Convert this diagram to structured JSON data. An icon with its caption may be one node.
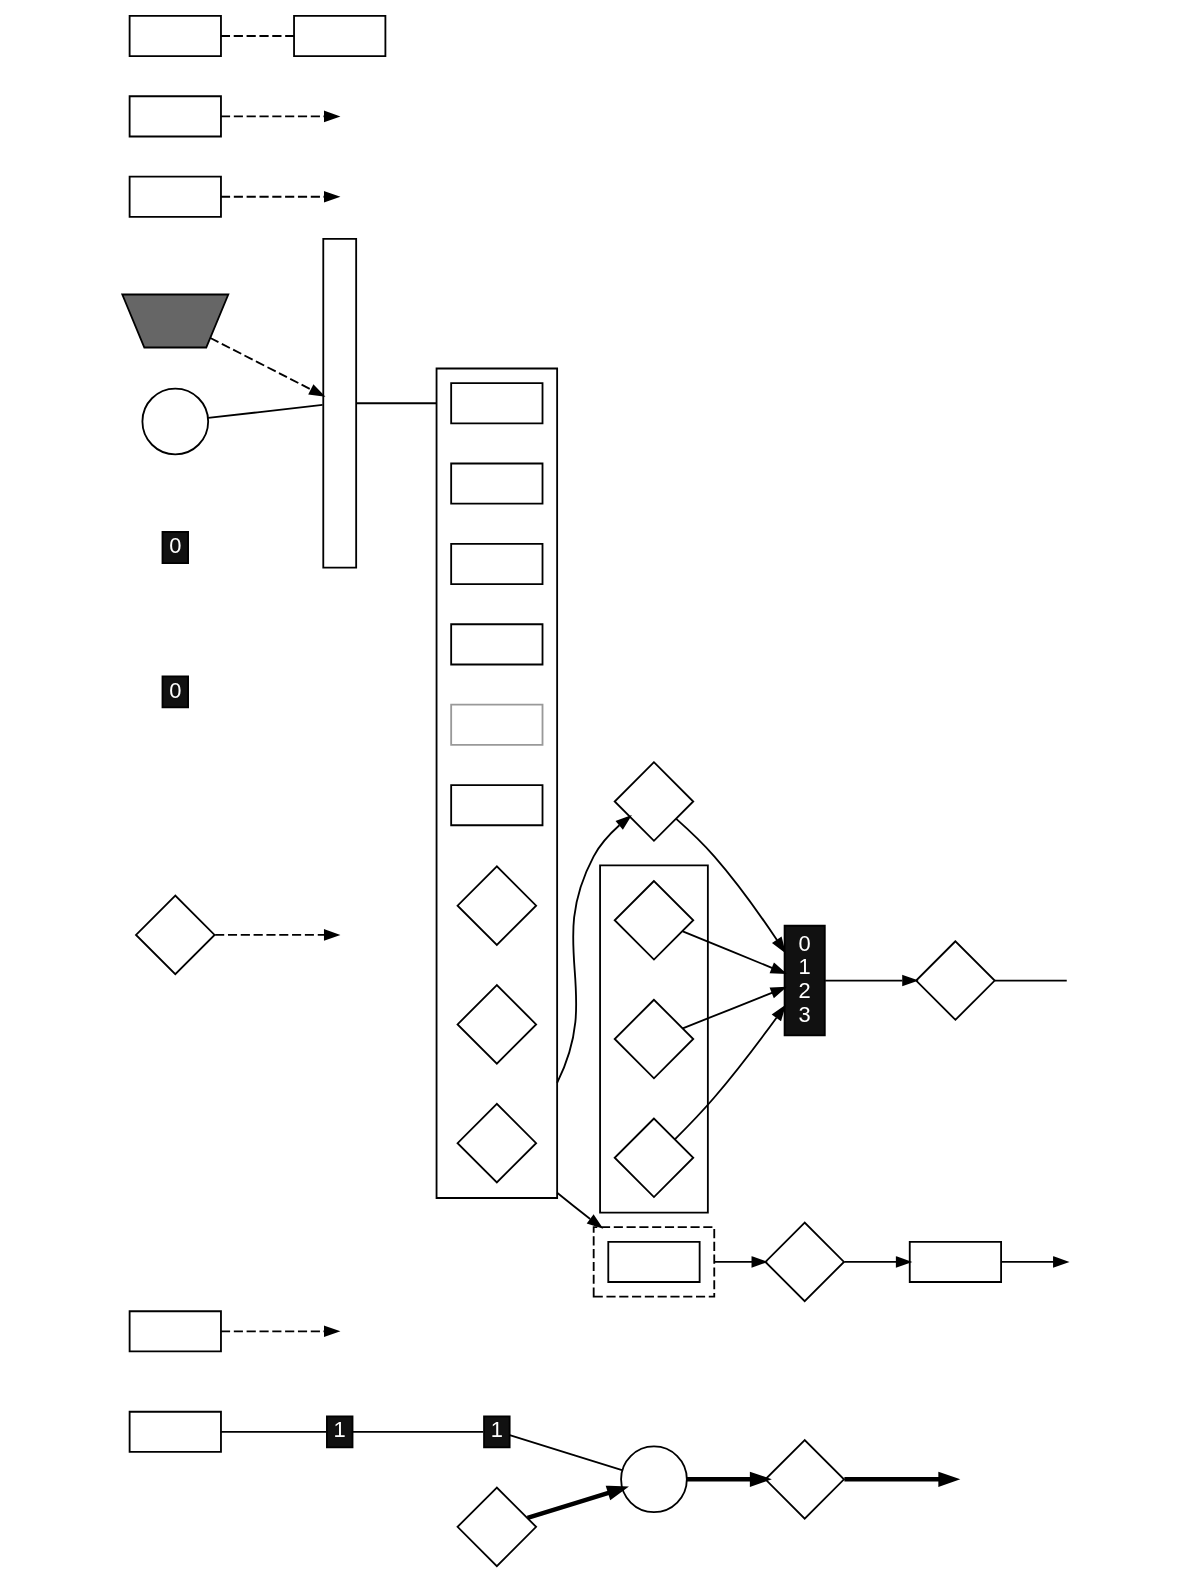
{
  "diagram": {
    "nodes": [
      {
        "text": [],
        "shape": "box"
      },
      {
        "text": [],
        "shape": "box"
      },
      {
        "text": [],
        "shape": "diamond"
      },
      {
        "text": [],
        "shape": "diamond"
      },
      {
        "text": [],
        "shape": "circle"
      },
      {
        "text": [],
        "shape": "diamond"
      },
      {
        "text": [
          "1"
        ]
      },
      {
        "text": [
          "0"
        ]
      },
      {
        "text": [
          "1"
        ]
      },
      {
        "text": [
          "0"
        ]
      },
      {
        "text": [],
        "shape": "connector"
      },
      {
        "text": [],
        "shape": "circle"
      },
      {
        "text": [],
        "shape": "bar"
      },
      {
        "text": [],
        "shape": "box"
      },
      {
        "text": [],
        "shape": "box",
        "in": 13
      },
      {
        "text": [],
        "shape": "box",
        "in": 13
      },
      {
        "text": [],
        "shape": "box",
        "in": 13
      },
      {
        "text": [],
        "shape": "box",
        "in": 13
      },
      {
        "text": [],
        "shape": "box",
        "in": 13
      },
      {
        "text": [],
        "shape": "box",
        "in": 13
      },
      {
        "text": [],
        "shape": "diamond",
        "in": 13
      },
      {
        "text": [],
        "shape": "diamond",
        "in": 13
      },
      {
        "text": [],
        "shape": "diamond",
        "in": 13
      },
      {
        "text": [],
        "shape": "diamond"
      },
      {
        "text": [],
        "shape": "box"
      },
      {
        "text": [],
        "shape": "diamond",
        "in": 24
      },
      {
        "text": [],
        "shape": "diamond",
        "in": 24
      },
      {
        "text": [],
        "shape": "diamond",
        "in": 24
      },
      {
        "text": [
          "0",
          "1",
          "2",
          "3"
        ]
      },
      {
        "text": [],
        "shape": "box"
      },
      {
        "text": [],
        "shape": "diamond"
      },
      {
        "text": [],
        "shape": "box"
      },
      {
        "text": [],
        "shape": "box",
        "in": 31
      },
      {
        "text": [],
        "shape": "diamond"
      },
      {
        "text": [],
        "shape": "box"
      },
      {
        "text": [],
        "shape": "box"
      },
      {
        "text": [],
        "shape": "box"
      },
      {
        "text": [],
        "shape": "box"
      }
    ],
    "edges": [
      {
        "from": 0,
        "to": 6,
        "arrow": "none"
      },
      {
        "from": 1,
        "to": null,
        "arrow": "to",
        "style": "dashed"
      },
      {
        "from": 6,
        "to": 8,
        "arrow": "none"
      },
      {
        "from": 2,
        "to": null,
        "arrow": "to",
        "style": "dashed"
      },
      {
        "from": 8,
        "to": 4,
        "arrow": "none"
      },
      {
        "from": 3,
        "to": 4,
        "arrow": "to",
        "style": "thick"
      },
      {
        "from": 4,
        "to": 5,
        "arrow": "to",
        "style": "thick"
      },
      {
        "from": 5,
        "to": null,
        "arrow": "to",
        "style": "thick"
      },
      {
        "from": 10,
        "to": 12,
        "arrow": "to",
        "style": "dashed"
      },
      {
        "from": 11,
        "to": 12,
        "arrow": "none"
      },
      {
        "from": 12,
        "to": 13,
        "arrow": "none"
      },
      {
        "from": 13,
        "to": 23,
        "arrow": "to"
      },
      {
        "from": 23,
        "to": 28,
        "arrow": "to"
      },
      {
        "from": 25,
        "to": 28,
        "arrow": "to"
      },
      {
        "from": 26,
        "to": 28,
        "arrow": "to"
      },
      {
        "from": 27,
        "to": 28,
        "arrow": "to"
      },
      {
        "from": 29,
        "to": null,
        "arrow": "to",
        "style": "dashed"
      },
      {
        "from": 28,
        "to": 30,
        "arrow": "to"
      },
      {
        "from": 30,
        "to": null,
        "arrow": "none"
      },
      {
        "from": 13,
        "to": 31,
        "arrow": "to"
      },
      {
        "from": 31,
        "to": 33,
        "arrow": "to"
      },
      {
        "from": 33,
        "to": 34,
        "arrow": "to"
      },
      {
        "from": 34,
        "to": null,
        "arrow": "to"
      },
      {
        "from": 35,
        "to": null,
        "arrow": "to",
        "style": "dashed"
      },
      {
        "from": 36,
        "to": 37,
        "arrow": "none",
        "style": "dashed"
      }
    ]
  }
}
